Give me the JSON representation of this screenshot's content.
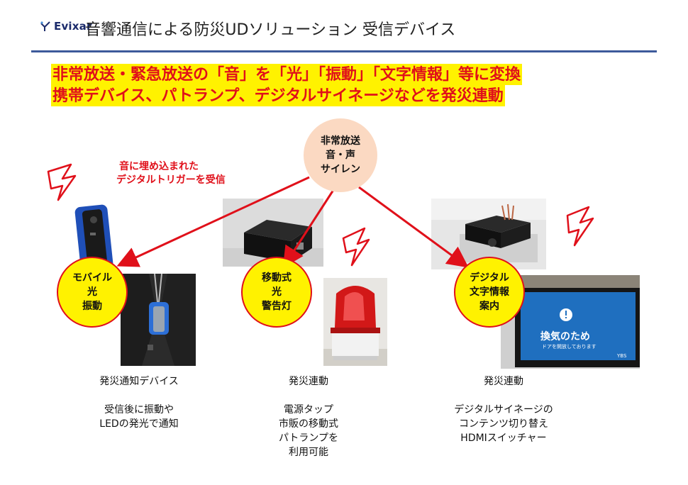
{
  "header": {
    "brand": "Evixar",
    "title": "音響通信による防災UDソリューション 受信デバイス"
  },
  "headline": {
    "line1": "非常放送・緊急放送の「音」を「光」「振動」「文字情報」等に変換",
    "line2": "携帯デバイス、パトランプ、デジタルサイネージなどを発災連動"
  },
  "source": {
    "lines": [
      "非常放送",
      "音・声",
      "サイレン"
    ]
  },
  "trigger_note": {
    "line1": "音に埋め込まれた",
    "line2": "デジタルトリガーを受信"
  },
  "devices": [
    {
      "label": [
        "モバイル",
        "光",
        "振動"
      ],
      "caption_title": "発災通知デバイス",
      "caption_lines": [
        "受信後に振動や",
        "LEDの発光で通知"
      ]
    },
    {
      "label": [
        "移動式",
        "光",
        "警告灯"
      ],
      "caption_title": "発災連動",
      "caption_lines": [
        "電源タップ",
        "市販の移動式",
        "パトランプを",
        "利用可能"
      ]
    },
    {
      "label": [
        "デジタル",
        "文字情報",
        "案内"
      ],
      "caption_title": "発災連動",
      "caption_lines": [
        "デジタルサイネージの",
        "コンテンツ切り替え",
        "HDMIスイッチャー"
      ]
    }
  ],
  "signage_screen": {
    "alert_text": "換気のため",
    "sub_text": "ドアを開放しております",
    "corner_mark": "YBS"
  },
  "colors": {
    "accent_red": "#e0101a",
    "highlight_yellow": "#fff200",
    "rule_blue": "#3d5a9b",
    "source_fill": "#fbd9c2",
    "screen_blue": "#1f6fbf"
  }
}
